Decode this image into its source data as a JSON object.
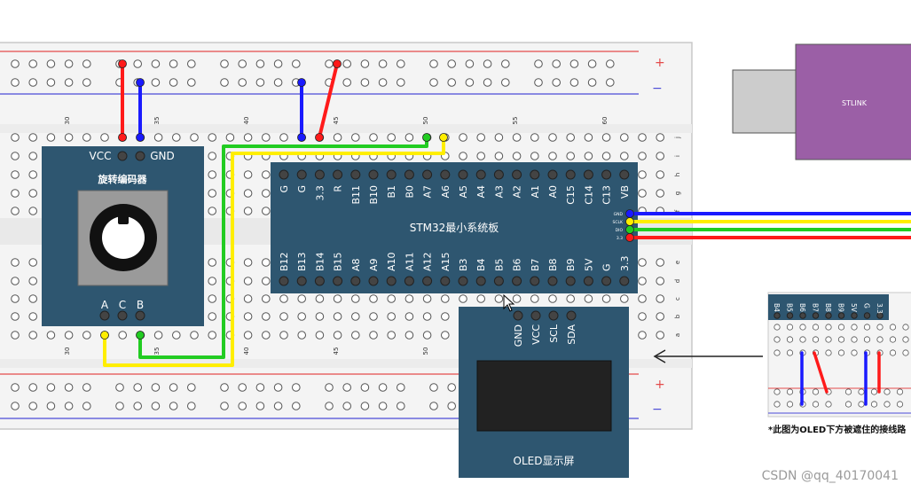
{
  "breadboard": {
    "rail_plus": "+",
    "rail_minus": "−",
    "col_numbers": [
      "30",
      "35",
      "40",
      "45",
      "50",
      "55",
      "60"
    ],
    "row_letters_top": [
      "j",
      "i",
      "h",
      "g",
      "f"
    ],
    "row_letters_bottom": [
      "e",
      "d",
      "c",
      "b",
      "a"
    ]
  },
  "stlink": {
    "label": "STLINK"
  },
  "encoder": {
    "title": "旋转编码器",
    "pin_vcc": "VCC",
    "pin_gnd": "GND",
    "pin_a": "A",
    "pin_c": "C",
    "pin_b": "B"
  },
  "stm32": {
    "title": "STM32最小系统板",
    "top_pins": [
      "G",
      "G",
      "3.3",
      "R",
      "B11",
      "B10",
      "B1",
      "B0",
      "A7",
      "A6",
      "A5",
      "A4",
      "A3",
      "A2",
      "A1",
      "A0",
      "C15",
      "C14",
      "C13",
      "VB"
    ],
    "bottom_pins": [
      "B12",
      "B13",
      "B14",
      "B15",
      "A8",
      "A9",
      "A10",
      "A11",
      "A12",
      "A15",
      "B3",
      "B4",
      "B5",
      "B6",
      "B7",
      "B8",
      "B9",
      "5V",
      "G",
      "3.3"
    ],
    "side_labels": [
      "GND",
      "SCLK",
      "DIO",
      "3.3"
    ]
  },
  "oled": {
    "title": "OLED显示屏",
    "pins": [
      "GND",
      "VCC",
      "SCL",
      "SDA"
    ]
  },
  "inset": {
    "pins": [
      "B4",
      "B5",
      "B6",
      "B7",
      "B8",
      "B9",
      "5V",
      "G",
      "3.3"
    ],
    "note": "*此图为OLED下方被遮住的接线路"
  },
  "watermark": "CSDN @qq_40170041",
  "colors": {
    "board": "#2e5670",
    "stlink": "#9b5fa6",
    "wire_red": "#ff1a1a",
    "wire_blue": "#1a1aff",
    "wire_green": "#22cc22",
    "wire_yellow": "#ffee00"
  }
}
